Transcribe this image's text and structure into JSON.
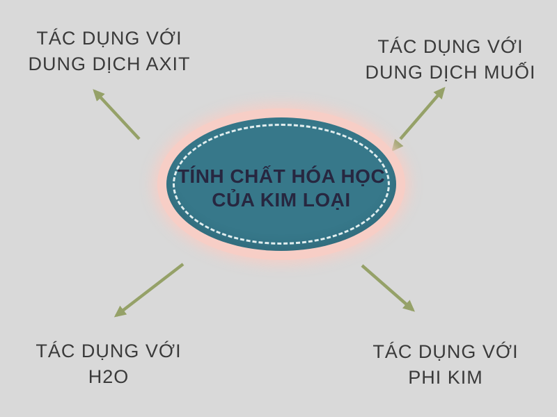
{
  "diagram": {
    "type": "mind-map",
    "center_node": {
      "line1": "TÍNH CHẤT HÓA HỌC",
      "line2": "CỦA KIM LOẠI"
    },
    "branches": [
      {
        "position": "top-left",
        "line1": "TÁC DỤNG VỚI",
        "line2": "DUNG DỊCH AXIT"
      },
      {
        "position": "top-right",
        "line1": "TÁC DỤNG VỚI",
        "line2": "DUNG DỊCH MUỐI"
      },
      {
        "position": "bottom-left",
        "line1": "TÁC DỤNG VỚI",
        "line2": "H2O"
      },
      {
        "position": "bottom-right",
        "line1": "TÁC DỤNG VỚI",
        "line2": "PHI KIM"
      }
    ],
    "colors": {
      "background": "#d9d9d9",
      "ellipse_fill": "#37788a",
      "ellipse_glow": "#f7cec6",
      "dashed_border": "#ebf5f5",
      "center_text": "#272740",
      "label_text": "#3a3a3a",
      "arrow": "#95a168"
    }
  }
}
